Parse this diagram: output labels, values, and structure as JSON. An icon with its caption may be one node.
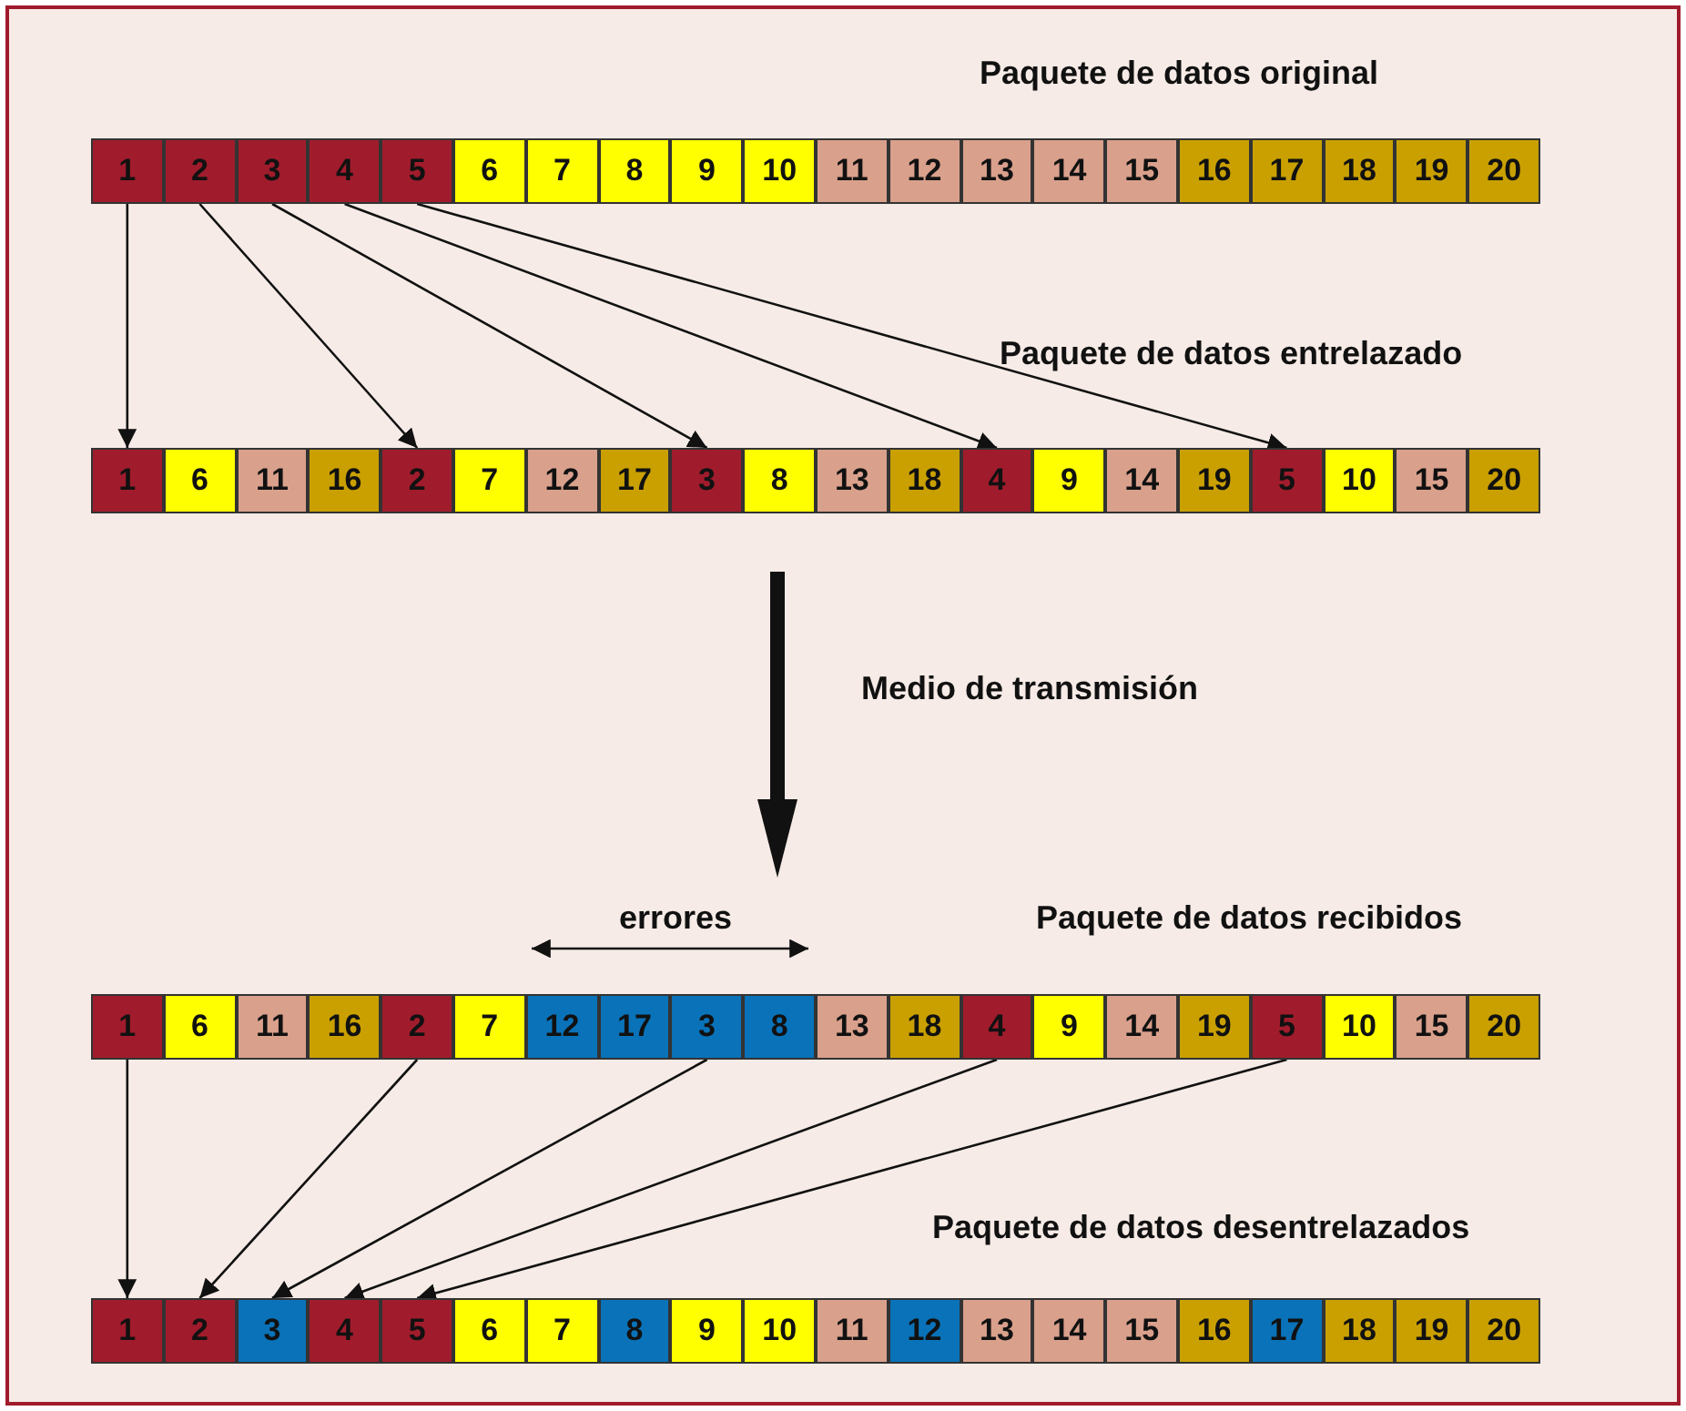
{
  "diagram": {
    "nodes": [
      {
        "text": [
          "1"
        ]
      },
      {
        "text": [
          "2"
        ]
      },
      {
        "text": [
          "3"
        ]
      },
      {
        "text": [
          "4"
        ]
      },
      {
        "text": [
          "5"
        ]
      },
      {
        "text": [
          "6"
        ]
      },
      {
        "text": [
          "7"
        ]
      },
      {
        "text": [
          "8"
        ]
      },
      {
        "text": [
          "9"
        ]
      },
      {
        "text": [
          "10"
        ]
      },
      {
        "text": [
          "11"
        ]
      },
      {
        "text": [
          "12"
        ]
      },
      {
        "text": [
          "13"
        ]
      },
      {
        "text": [
          "14"
        ]
      },
      {
        "text": [
          "15"
        ]
      },
      {
        "text": [
          "16"
        ]
      },
      {
        "text": [
          "17"
        ]
      },
      {
        "text": [
          "18"
        ]
      },
      {
        "text": [
          "19"
        ]
      },
      {
        "text": [
          "20"
        ]
      },
      {
        "text": [
          "1"
        ]
      },
      {
        "text": [
          "6"
        ]
      },
      {
        "text": [
          "11"
        ]
      },
      {
        "text": [
          "16"
        ]
      },
      {
        "text": [
          "2"
        ]
      },
      {
        "text": [
          "7"
        ]
      },
      {
        "text": [
          "12"
        ]
      },
      {
        "text": [
          "17"
        ]
      },
      {
        "text": [
          "3"
        ]
      },
      {
        "text": [
          "8"
        ]
      },
      {
        "text": [
          "13"
        ]
      },
      {
        "text": [
          "18"
        ]
      },
      {
        "text": [
          "4"
        ]
      },
      {
        "text": [
          "9"
        ]
      },
      {
        "text": [
          "14"
        ]
      },
      {
        "text": [
          "19"
        ]
      },
      {
        "text": [
          "5"
        ]
      },
      {
        "text": [
          "10"
        ]
      },
      {
        "text": [
          "15"
        ]
      },
      {
        "text": [
          "20"
        ]
      },
      {
        "text": [
          "1"
        ]
      },
      {
        "text": [
          "6"
        ]
      },
      {
        "text": [
          "11"
        ]
      },
      {
        "text": [
          "16"
        ]
      },
      {
        "text": [
          "2"
        ]
      },
      {
        "text": [
          "7"
        ]
      },
      {
        "text": [
          "12"
        ]
      },
      {
        "text": [
          "17"
        ]
      },
      {
        "text": [
          "3"
        ]
      },
      {
        "text": [
          "8"
        ]
      },
      {
        "text": [
          "13"
        ]
      },
      {
        "text": [
          "18"
        ]
      },
      {
        "text": [
          "4"
        ]
      },
      {
        "text": [
          "9"
        ]
      },
      {
        "text": [
          "14"
        ]
      },
      {
        "text": [
          "19"
        ]
      },
      {
        "text": [
          "5"
        ]
      },
      {
        "text": [
          "10"
        ]
      },
      {
        "text": [
          "15"
        ]
      },
      {
        "text": [
          "20"
        ]
      },
      {
        "text": [
          "1"
        ]
      },
      {
        "text": [
          "2"
        ]
      },
      {
        "text": [
          "3"
        ]
      },
      {
        "text": [
          "4"
        ]
      },
      {
        "text": [
          "5"
        ]
      },
      {
        "text": [
          "6"
        ]
      },
      {
        "text": [
          "7"
        ]
      },
      {
        "text": [
          "8"
        ]
      },
      {
        "text": [
          "9"
        ]
      },
      {
        "text": [
          "10"
        ]
      },
      {
        "text": [
          "11"
        ]
      },
      {
        "text": [
          "12"
        ]
      },
      {
        "text": [
          "13"
        ]
      },
      {
        "text": [
          "14"
        ]
      },
      {
        "text": [
          "15"
        ]
      },
      {
        "text": [
          "16"
        ]
      },
      {
        "text": [
          "17"
        ]
      },
      {
        "text": [
          "18"
        ]
      },
      {
        "text": [
          "19"
        ]
      },
      {
        "text": [
          "20"
        ]
      }
    ],
    "edges": [
      {
        "from": 0,
        "to": 20,
        "arrow": "to"
      },
      {
        "from": 1,
        "to": 24,
        "arrow": "to"
      },
      {
        "from": 2,
        "to": 28,
        "arrow": "to"
      },
      {
        "from": 3,
        "to": 32,
        "arrow": "to"
      },
      {
        "from": 4,
        "to": 36,
        "arrow": "to"
      },
      {
        "from": 40,
        "to": 60,
        "arrow": "to"
      },
      {
        "from": 44,
        "to": 61,
        "arrow": "to"
      },
      {
        "from": 48,
        "to": 62,
        "arrow": "to"
      },
      {
        "from": 52,
        "to": 63,
        "arrow": "to"
      },
      {
        "from": 56,
        "to": 64,
        "arrow": "to"
      }
    ],
    "labels": [
      "Paquete de datos original",
      "Paquete de datos entrelazado",
      "Medio de transmisión",
      "errores",
      "Paquete de datos recibidos",
      "Paquete de datos desentrelazados"
    ]
  }
}
